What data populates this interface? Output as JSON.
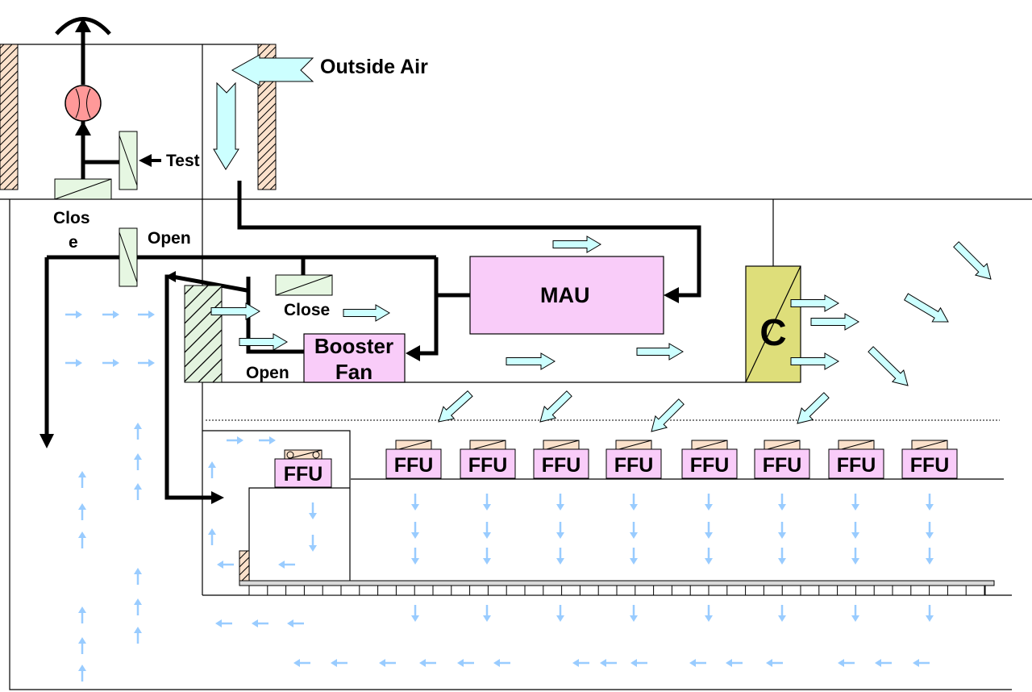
{
  "labels": {
    "outside_air": "Outside Air",
    "test": "Test",
    "close_top_line1": "Clos",
    "close_top_line2": "e",
    "open_top": "Open",
    "close_mid": "Close",
    "open_mid": "Open",
    "mau": "MAU",
    "booster_line1": "Booster",
    "booster_line2": "Fan",
    "coil": "C",
    "ffu": "FFU"
  },
  "colors": {
    "pink": "#f9ccf9",
    "damper_green": "#e6f7e2",
    "hatch_green_bg": "#e3f3df",
    "coil_yellow": "#dede7a",
    "wall_hatch": "#fbe1cb",
    "air_arrow_fill": "#ccffff",
    "flow_arrow": "#99ccff",
    "fan_red": "#ff9999",
    "line": "#000000"
  },
  "icons": {
    "exhaust_fan": "fan-icon",
    "damper": "damper-icon",
    "air_flow": "arrow-icon"
  }
}
